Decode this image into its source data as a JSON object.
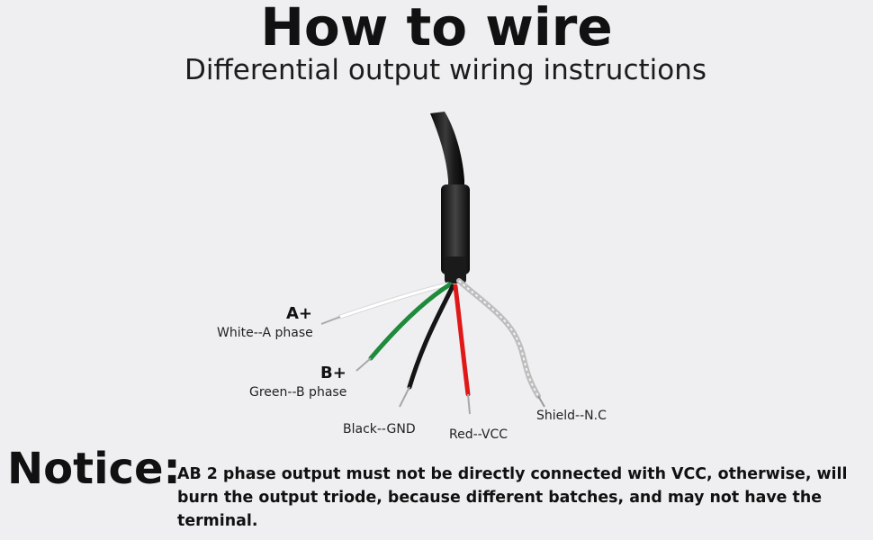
{
  "header": {
    "title": "How to wire",
    "subtitle": "Differential output wiring instructions"
  },
  "wires": [
    {
      "phase": "A+",
      "label": "White--A phase",
      "color": "#ffffff"
    },
    {
      "phase": "B+",
      "label": "Green--B phase",
      "color": "#1e8a3c"
    },
    {
      "phase": "",
      "label": "Black--GND",
      "color": "#151515"
    },
    {
      "phase": "",
      "label": "Red--VCC",
      "color": "#e01818"
    },
    {
      "phase": "",
      "label": "Shield--N.C",
      "color": "#c8c8c8"
    }
  ],
  "notice": {
    "heading": "Notice:",
    "text": "AB 2 phase output must not be directly connected with VCC, otherwise, will burn the output triode, because different batches, and may not have the terminal."
  }
}
